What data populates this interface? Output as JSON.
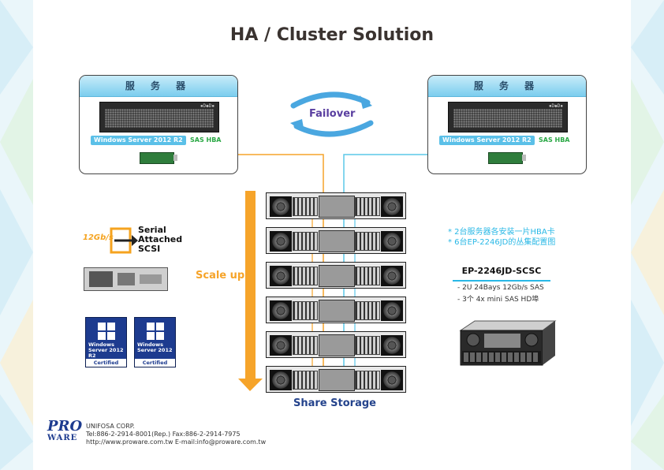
{
  "title": "HA / Cluster Solution",
  "servers": [
    {
      "side": "left",
      "header": "服 务 器",
      "os_badge": "Windows Server 2012 R2",
      "hba_label": "SAS HBA",
      "chassis_tag": "▪D◆D▪"
    },
    {
      "side": "right",
      "header": "服 务 器",
      "os_badge": "Windows Server 2012 R2",
      "hba_label": "SAS HBA",
      "chassis_tag": "▪D◆D▪"
    }
  ],
  "failover_label": "Failover",
  "storage": {
    "enclosure_count": 6,
    "label": "Share Storage"
  },
  "scale_label": "Scale up",
  "notes": [
    "* 2台服务器各安装一片HBA卡",
    "* 6台EP-2246JD的丛集配置图"
  ],
  "product": {
    "model": "EP-2246JD-SCSC",
    "specs": [
      "- 2U 24Bays 12Gb/s SAS",
      "- 3个 4x mini SAS HD埠"
    ]
  },
  "sas_logo": {
    "speed": "12Gb/s",
    "text": [
      "Serial",
      "Attached",
      "SCSI"
    ]
  },
  "windows_badges": [
    {
      "line1": "Windows",
      "line2": "Server 2012 R2",
      "certified": "Certified"
    },
    {
      "line1": "Windows",
      "line2": "Server 2012",
      "certified": "Certified"
    }
  ],
  "company": {
    "logo_top": "PRO",
    "logo_bottom": "WARE",
    "name": "UNIFOSA CORP.",
    "tel": "Tel:886-2-2914-8001(Rep.) Fax:886-2-2914-7975",
    "web": "http://www.proware.com.tw E-mail:info@proware.com.tw"
  },
  "colors": {
    "orange": "#f6a42a",
    "cyan": "#5cc8e8",
    "navy": "#24438c",
    "badge_blue": "#1d3b8f",
    "hba_green": "#2aa845"
  }
}
